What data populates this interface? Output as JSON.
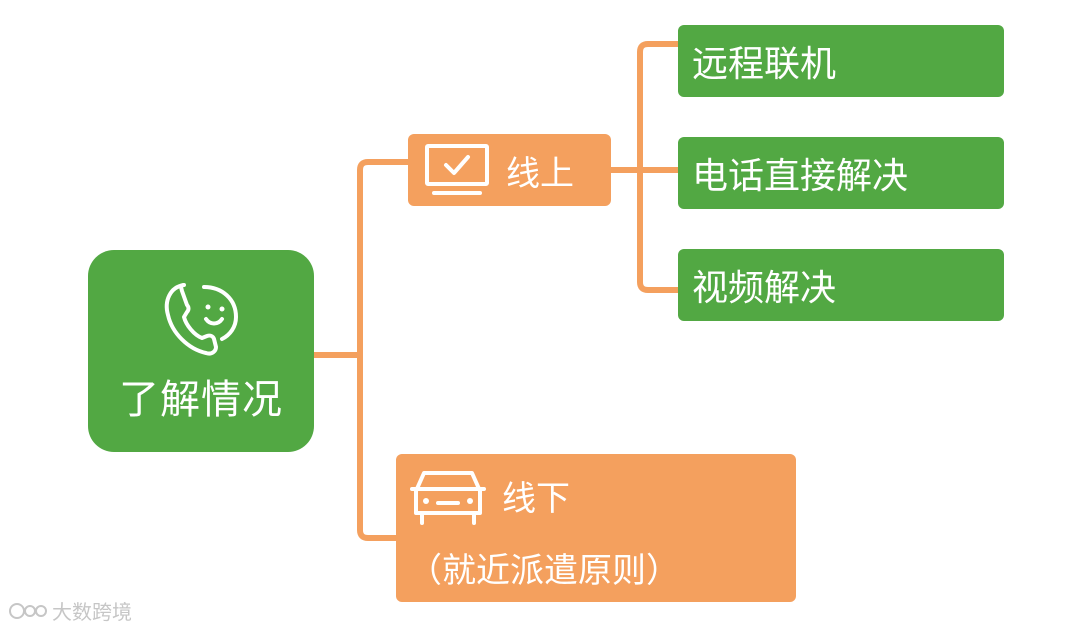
{
  "root": {
    "label": "了解情况",
    "icon": "phone-smile-icon"
  },
  "online": {
    "label": "线上",
    "icon": "monitor-check-icon"
  },
  "offline": {
    "label": "线下",
    "sub": "（就近派遣原则）",
    "icon": "car-icon"
  },
  "online_children": [
    {
      "label": "远程联机"
    },
    {
      "label": "电话直接解决"
    },
    {
      "label": "视频解决"
    }
  ],
  "watermark": {
    "text": "大数跨境"
  },
  "colors": {
    "green": "#52a843",
    "orange": "#f4a05e",
    "connector": "#f4a05e",
    "text": "#ffffff"
  }
}
